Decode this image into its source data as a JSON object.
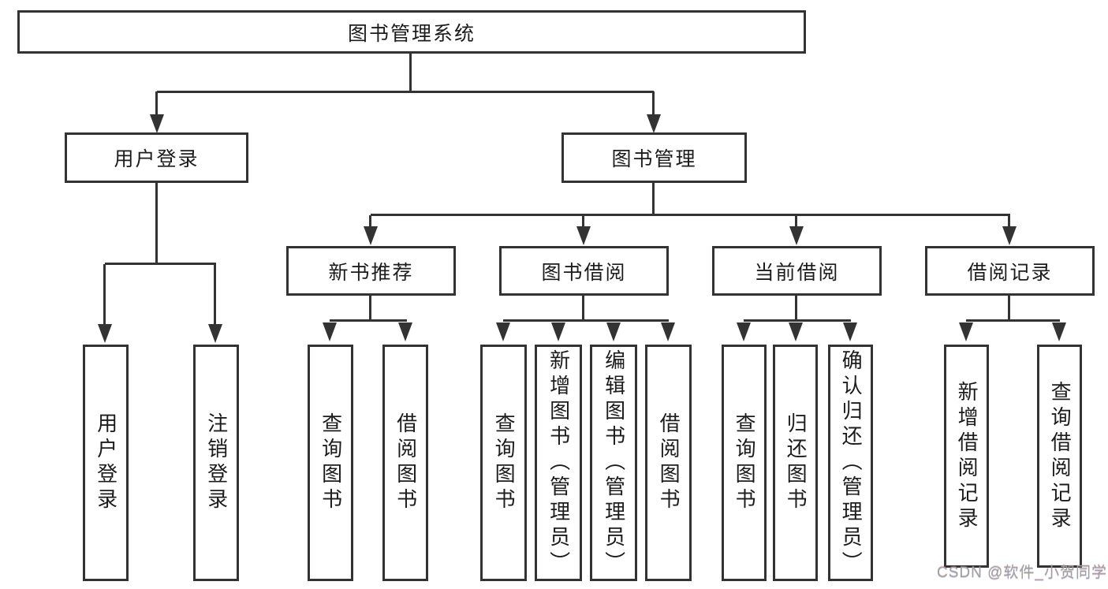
{
  "diagram": {
    "title": "图书管理系统",
    "branches": [
      {
        "label": "用户登录",
        "children": [
          {
            "label": "用户登录"
          },
          {
            "label": "注销登录"
          }
        ]
      },
      {
        "label": "图书管理",
        "children": [
          {
            "label": "新书推荐",
            "children": [
              {
                "label": "查询图书"
              },
              {
                "label": "借阅图书"
              }
            ]
          },
          {
            "label": "图书借阅",
            "children": [
              {
                "label": "查询图书"
              },
              {
                "label": "新增图书（管理员）"
              },
              {
                "label": "编辑图书（管理员）"
              },
              {
                "label": "借阅图书"
              }
            ]
          },
          {
            "label": "当前借阅",
            "children": [
              {
                "label": "查询图书"
              },
              {
                "label": "归还图书"
              },
              {
                "label": "确认归还（管理员）"
              }
            ]
          },
          {
            "label": "借阅记录",
            "children": [
              {
                "label": "新增借阅记录"
              },
              {
                "label": "查询借阅记录"
              }
            ]
          }
        ]
      }
    ]
  },
  "watermark": "CSDN @软件_小贺同学"
}
